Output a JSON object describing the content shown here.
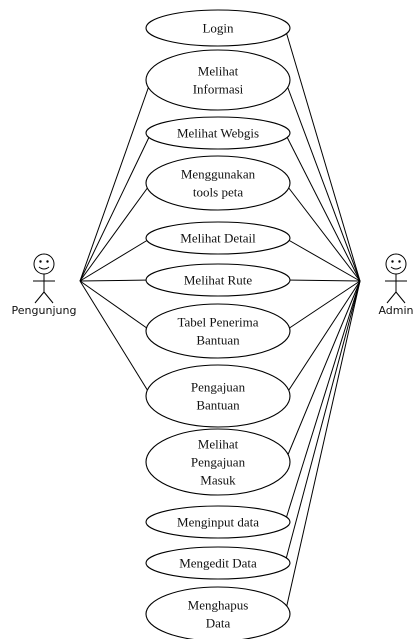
{
  "diagram": {
    "actors": {
      "left": {
        "label": "Pengunjung"
      },
      "right": {
        "label": "Admin"
      }
    },
    "use_cases": [
      {
        "id": "login",
        "lines": [
          "Login"
        ],
        "actors": [
          "admin"
        ]
      },
      {
        "id": "melihat-informasi",
        "lines": [
          "Melihat",
          "Informasi"
        ],
        "actors": [
          "pengunjung",
          "admin"
        ]
      },
      {
        "id": "melihat-webgis",
        "lines": [
          "Melihat Webgis"
        ],
        "actors": [
          "pengunjung",
          "admin"
        ]
      },
      {
        "id": "menggunakan-tools-peta",
        "lines": [
          "Menggunakan",
          "tools peta"
        ],
        "actors": [
          "pengunjung",
          "admin"
        ]
      },
      {
        "id": "melihat-detail",
        "lines": [
          "Melihat Detail"
        ],
        "actors": [
          "pengunjung",
          "admin"
        ]
      },
      {
        "id": "melihat-rute",
        "lines": [
          "Melihat Rute"
        ],
        "actors": [
          "pengunjung",
          "admin"
        ]
      },
      {
        "id": "tabel-penerima-bantuan",
        "lines": [
          "Tabel Penerima",
          "Bantuan"
        ],
        "actors": [
          "pengunjung",
          "admin"
        ]
      },
      {
        "id": "pengajuan-bantuan",
        "lines": [
          "Pengajuan",
          "Bantuan"
        ],
        "actors": [
          "pengunjung",
          "admin"
        ]
      },
      {
        "id": "melihat-pengajuan-masuk",
        "lines": [
          "Melihat",
          "Pengajuan",
          "Masuk"
        ],
        "actors": [
          "admin"
        ]
      },
      {
        "id": "menginput-data",
        "lines": [
          "Menginput data"
        ],
        "actors": [
          "admin"
        ]
      },
      {
        "id": "mengedit-data",
        "lines": [
          "Mengedit Data"
        ],
        "actors": [
          "admin"
        ]
      },
      {
        "id": "menghapus-data",
        "lines": [
          "Menghapus",
          "Data"
        ],
        "actors": [
          "admin"
        ]
      }
    ]
  }
}
